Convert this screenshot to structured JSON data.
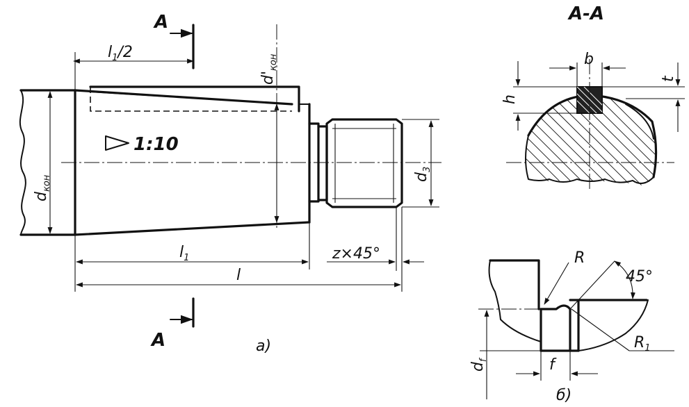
{
  "section_marker": "A",
  "section_title": "A-A",
  "taper": "1:10",
  "view_a_caption": "a)",
  "view_b_caption": "б)",
  "dims": {
    "l1_half": {
      "main": "l",
      "sub": "1",
      "tail": "/2"
    },
    "d_kon_prime": {
      "main": "d'",
      "sub": "кон"
    },
    "d_kon": {
      "main": "d",
      "sub": "кон"
    },
    "d3": {
      "main": "d",
      "sub": "3"
    },
    "l1": {
      "main": "l",
      "sub": "1"
    },
    "l": "l",
    "chamfer": "z×45°",
    "b": "b",
    "h": "h",
    "t": "t",
    "R": "R",
    "angle": "45°",
    "R1": {
      "main": "R",
      "sub": "1"
    },
    "df": {
      "main": "d",
      "sub": "f"
    },
    "f": "f"
  },
  "colors": {
    "ink": "#111111",
    "paper": "#ffffff"
  }
}
